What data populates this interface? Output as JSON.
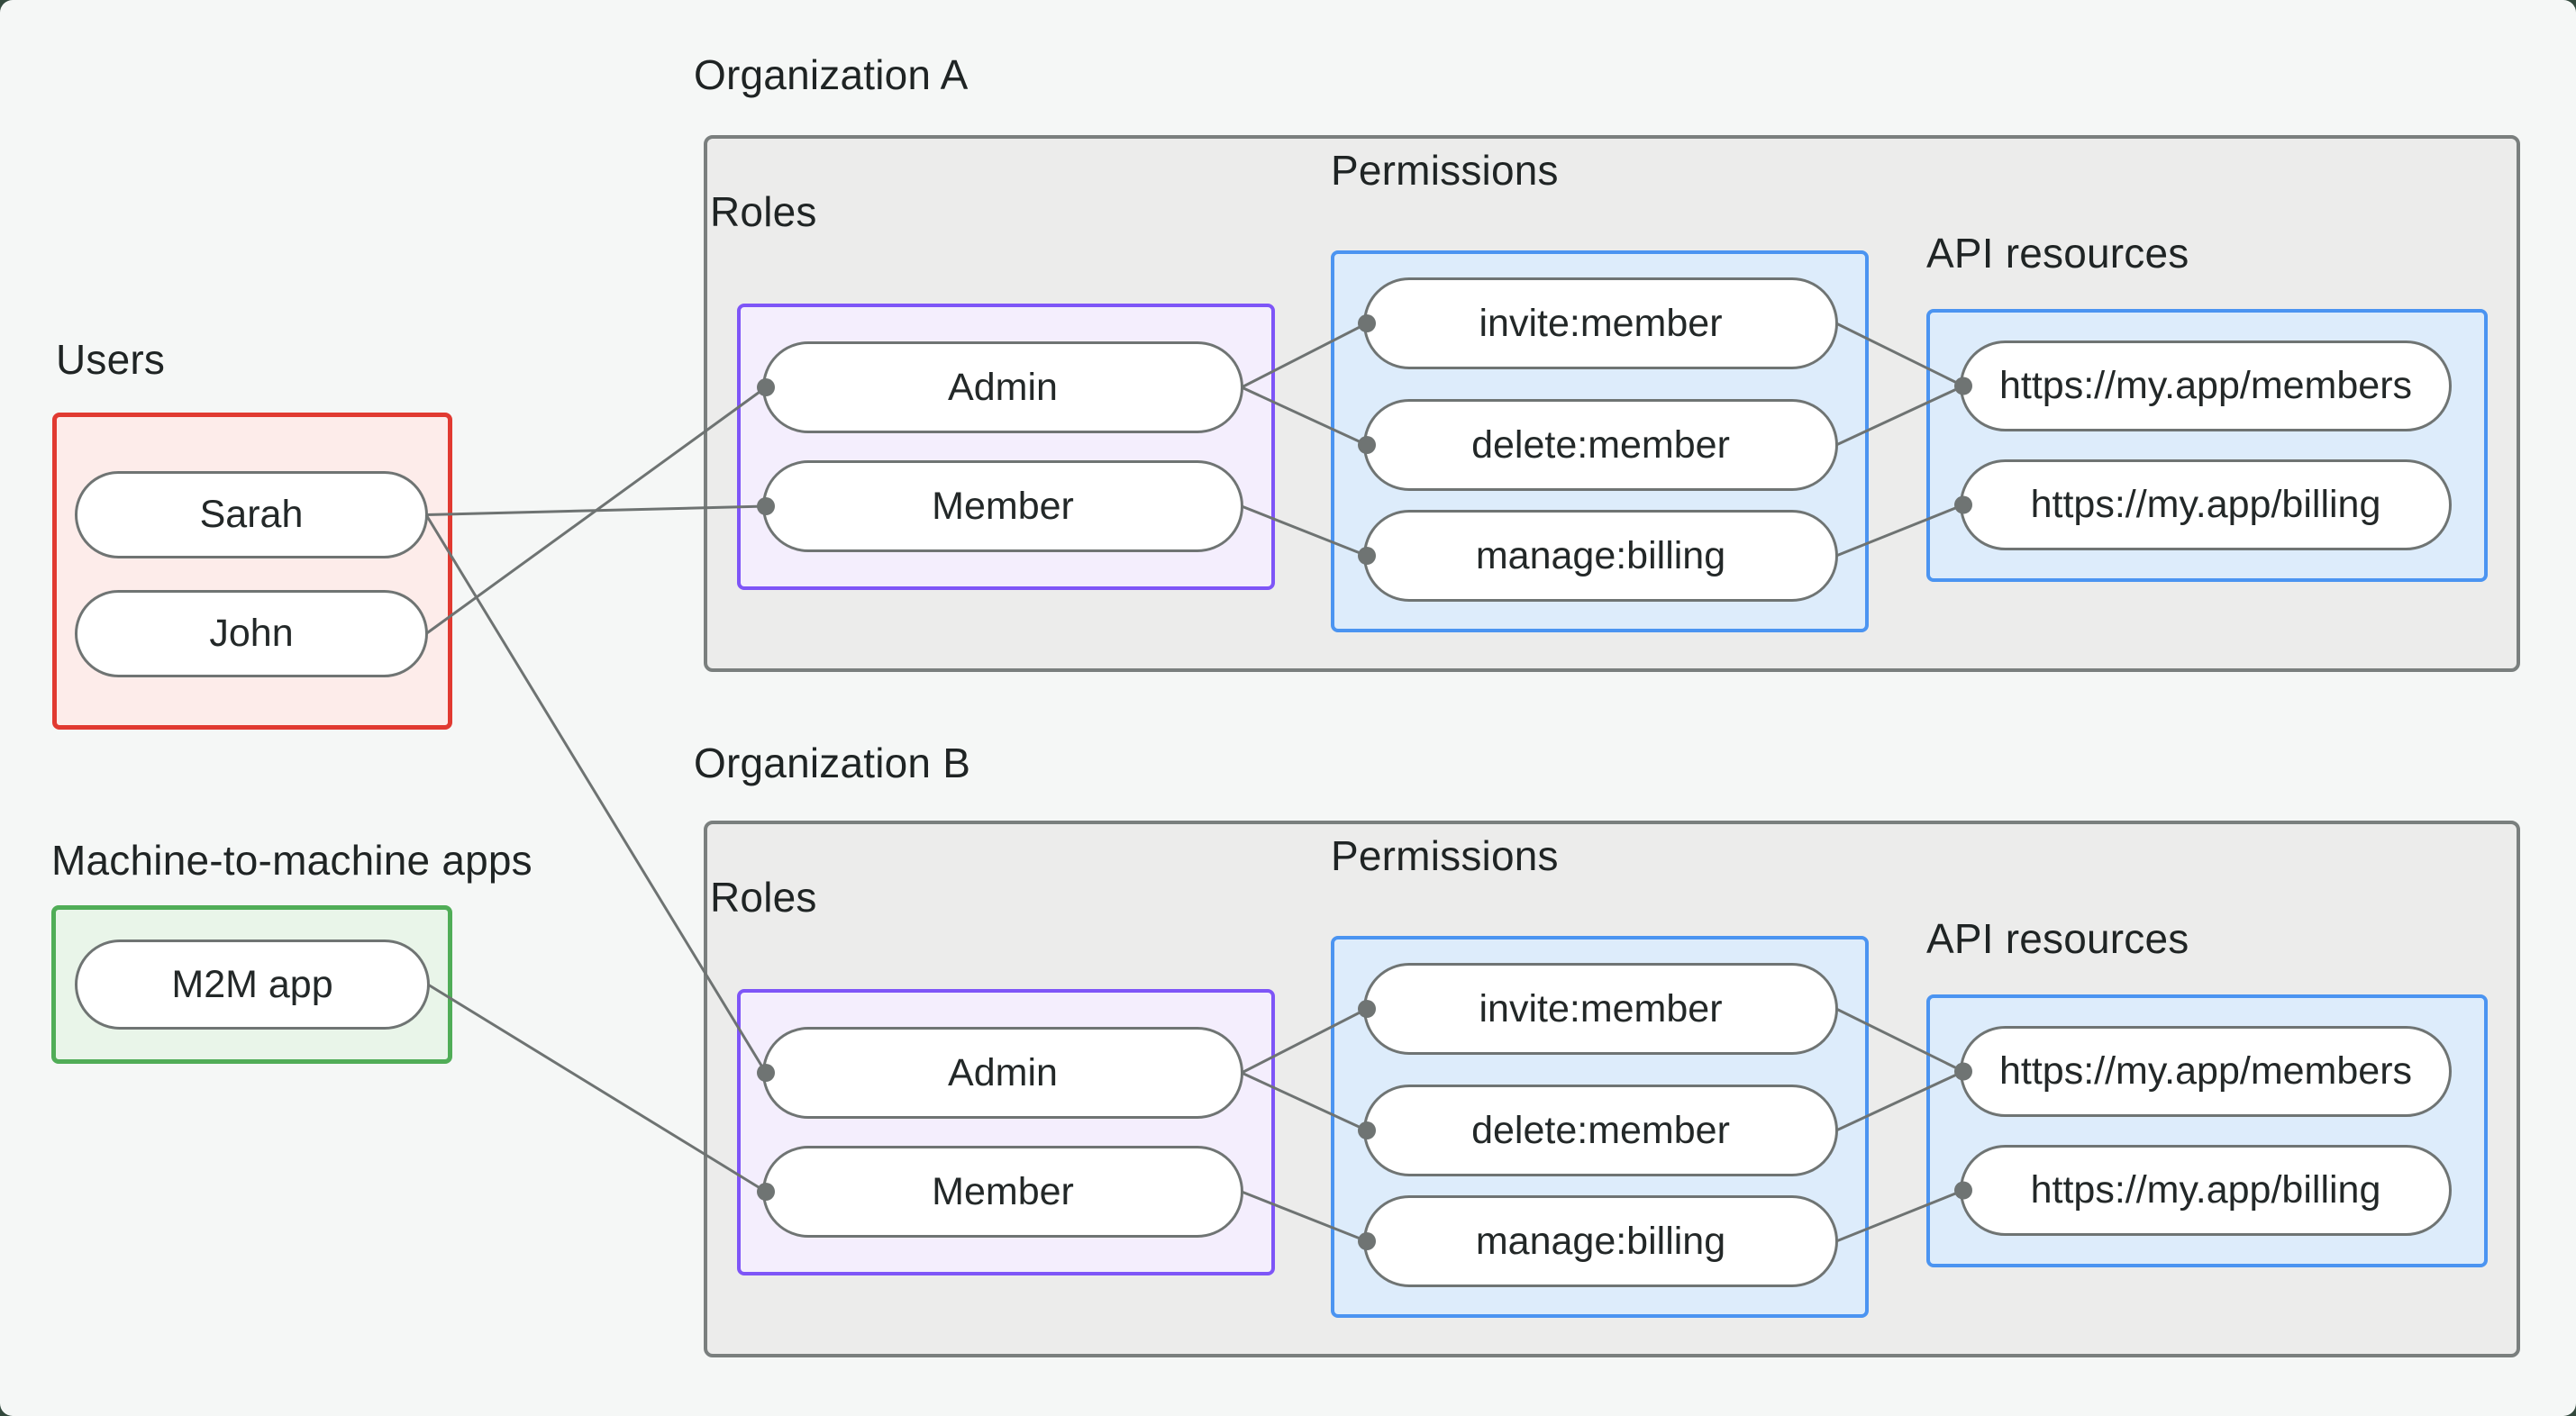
{
  "groups": {
    "users": {
      "label": "Users",
      "items": [
        "Sarah",
        "John"
      ],
      "border_color": "#e13a31",
      "fill_color": "#fdecea"
    },
    "m2m": {
      "label": "Machine-to-machine apps",
      "items": [
        "M2M app"
      ],
      "border_color": "#50ad57",
      "fill_color": "#e9f5e9"
    }
  },
  "orgs": [
    {
      "label": "Organization A",
      "roles": {
        "label": "Roles",
        "items": [
          "Admin",
          "Member"
        ],
        "border_color": "#7e55f7",
        "fill_color": "#f4eefd"
      },
      "permissions": {
        "label": "Permissions",
        "items": [
          "invite:member",
          "delete:member",
          "manage:billing"
        ],
        "border_color": "#4b94f1",
        "fill_color": "#ddecfb"
      },
      "api": {
        "label": "API resources",
        "items": [
          "https://my.app/members",
          "https://my.app/billing"
        ],
        "border_color": "#4b94f1",
        "fill_color": "#ddecfb"
      }
    },
    {
      "label": "Organization B",
      "roles": {
        "label": "Roles",
        "items": [
          "Admin",
          "Member"
        ],
        "border_color": "#7e55f7",
        "fill_color": "#f4eefd"
      },
      "permissions": {
        "label": "Permissions",
        "items": [
          "invite:member",
          "delete:member",
          "manage:billing"
        ],
        "border_color": "#4b94f1",
        "fill_color": "#ddecfb"
      },
      "api": {
        "label": "API resources",
        "items": [
          "https://my.app/members",
          "https://my.app/billing"
        ],
        "border_color": "#4b94f1",
        "fill_color": "#ddecfb"
      }
    }
  ],
  "edges": [
    {
      "from": "n-user-sarah",
      "to": "n-orga-role-member"
    },
    {
      "from": "n-user-john",
      "to": "n-orga-role-admin"
    },
    {
      "from": "n-user-sarah",
      "to": "n-orgb-role-admin"
    },
    {
      "from": "n-m2m-app",
      "to": "n-orgb-role-member"
    },
    {
      "from": "n-orga-role-admin",
      "to": "n-orga-perm-invite"
    },
    {
      "from": "n-orga-role-admin",
      "to": "n-orga-perm-delete"
    },
    {
      "from": "n-orga-role-member",
      "to": "n-orga-perm-manage"
    },
    {
      "from": "n-orga-perm-invite",
      "to": "n-orga-api-members"
    },
    {
      "from": "n-orga-perm-delete",
      "to": "n-orga-api-members"
    },
    {
      "from": "n-orga-perm-manage",
      "to": "n-orga-api-billing"
    },
    {
      "from": "n-orgb-role-admin",
      "to": "n-orgb-perm-invite"
    },
    {
      "from": "n-orgb-role-admin",
      "to": "n-orgb-perm-delete"
    },
    {
      "from": "n-orgb-role-member",
      "to": "n-orgb-perm-manage"
    },
    {
      "from": "n-orgb-perm-invite",
      "to": "n-orgb-api-members"
    },
    {
      "from": "n-orgb-perm-delete",
      "to": "n-orgb-api-members"
    },
    {
      "from": "n-orgb-perm-manage",
      "to": "n-orgb-api-billing"
    }
  ],
  "diagram": {
    "background_color": "#f5f7f6",
    "backdrop_color": "#33493d",
    "org_fill_color": "#ececeb",
    "org_border_color": "#7a7f7e",
    "line_color": "#6e7372",
    "dot_color": "#6f7473",
    "node_border_color": "#6f7473",
    "line_width": 3,
    "dot_radius": 10
  }
}
